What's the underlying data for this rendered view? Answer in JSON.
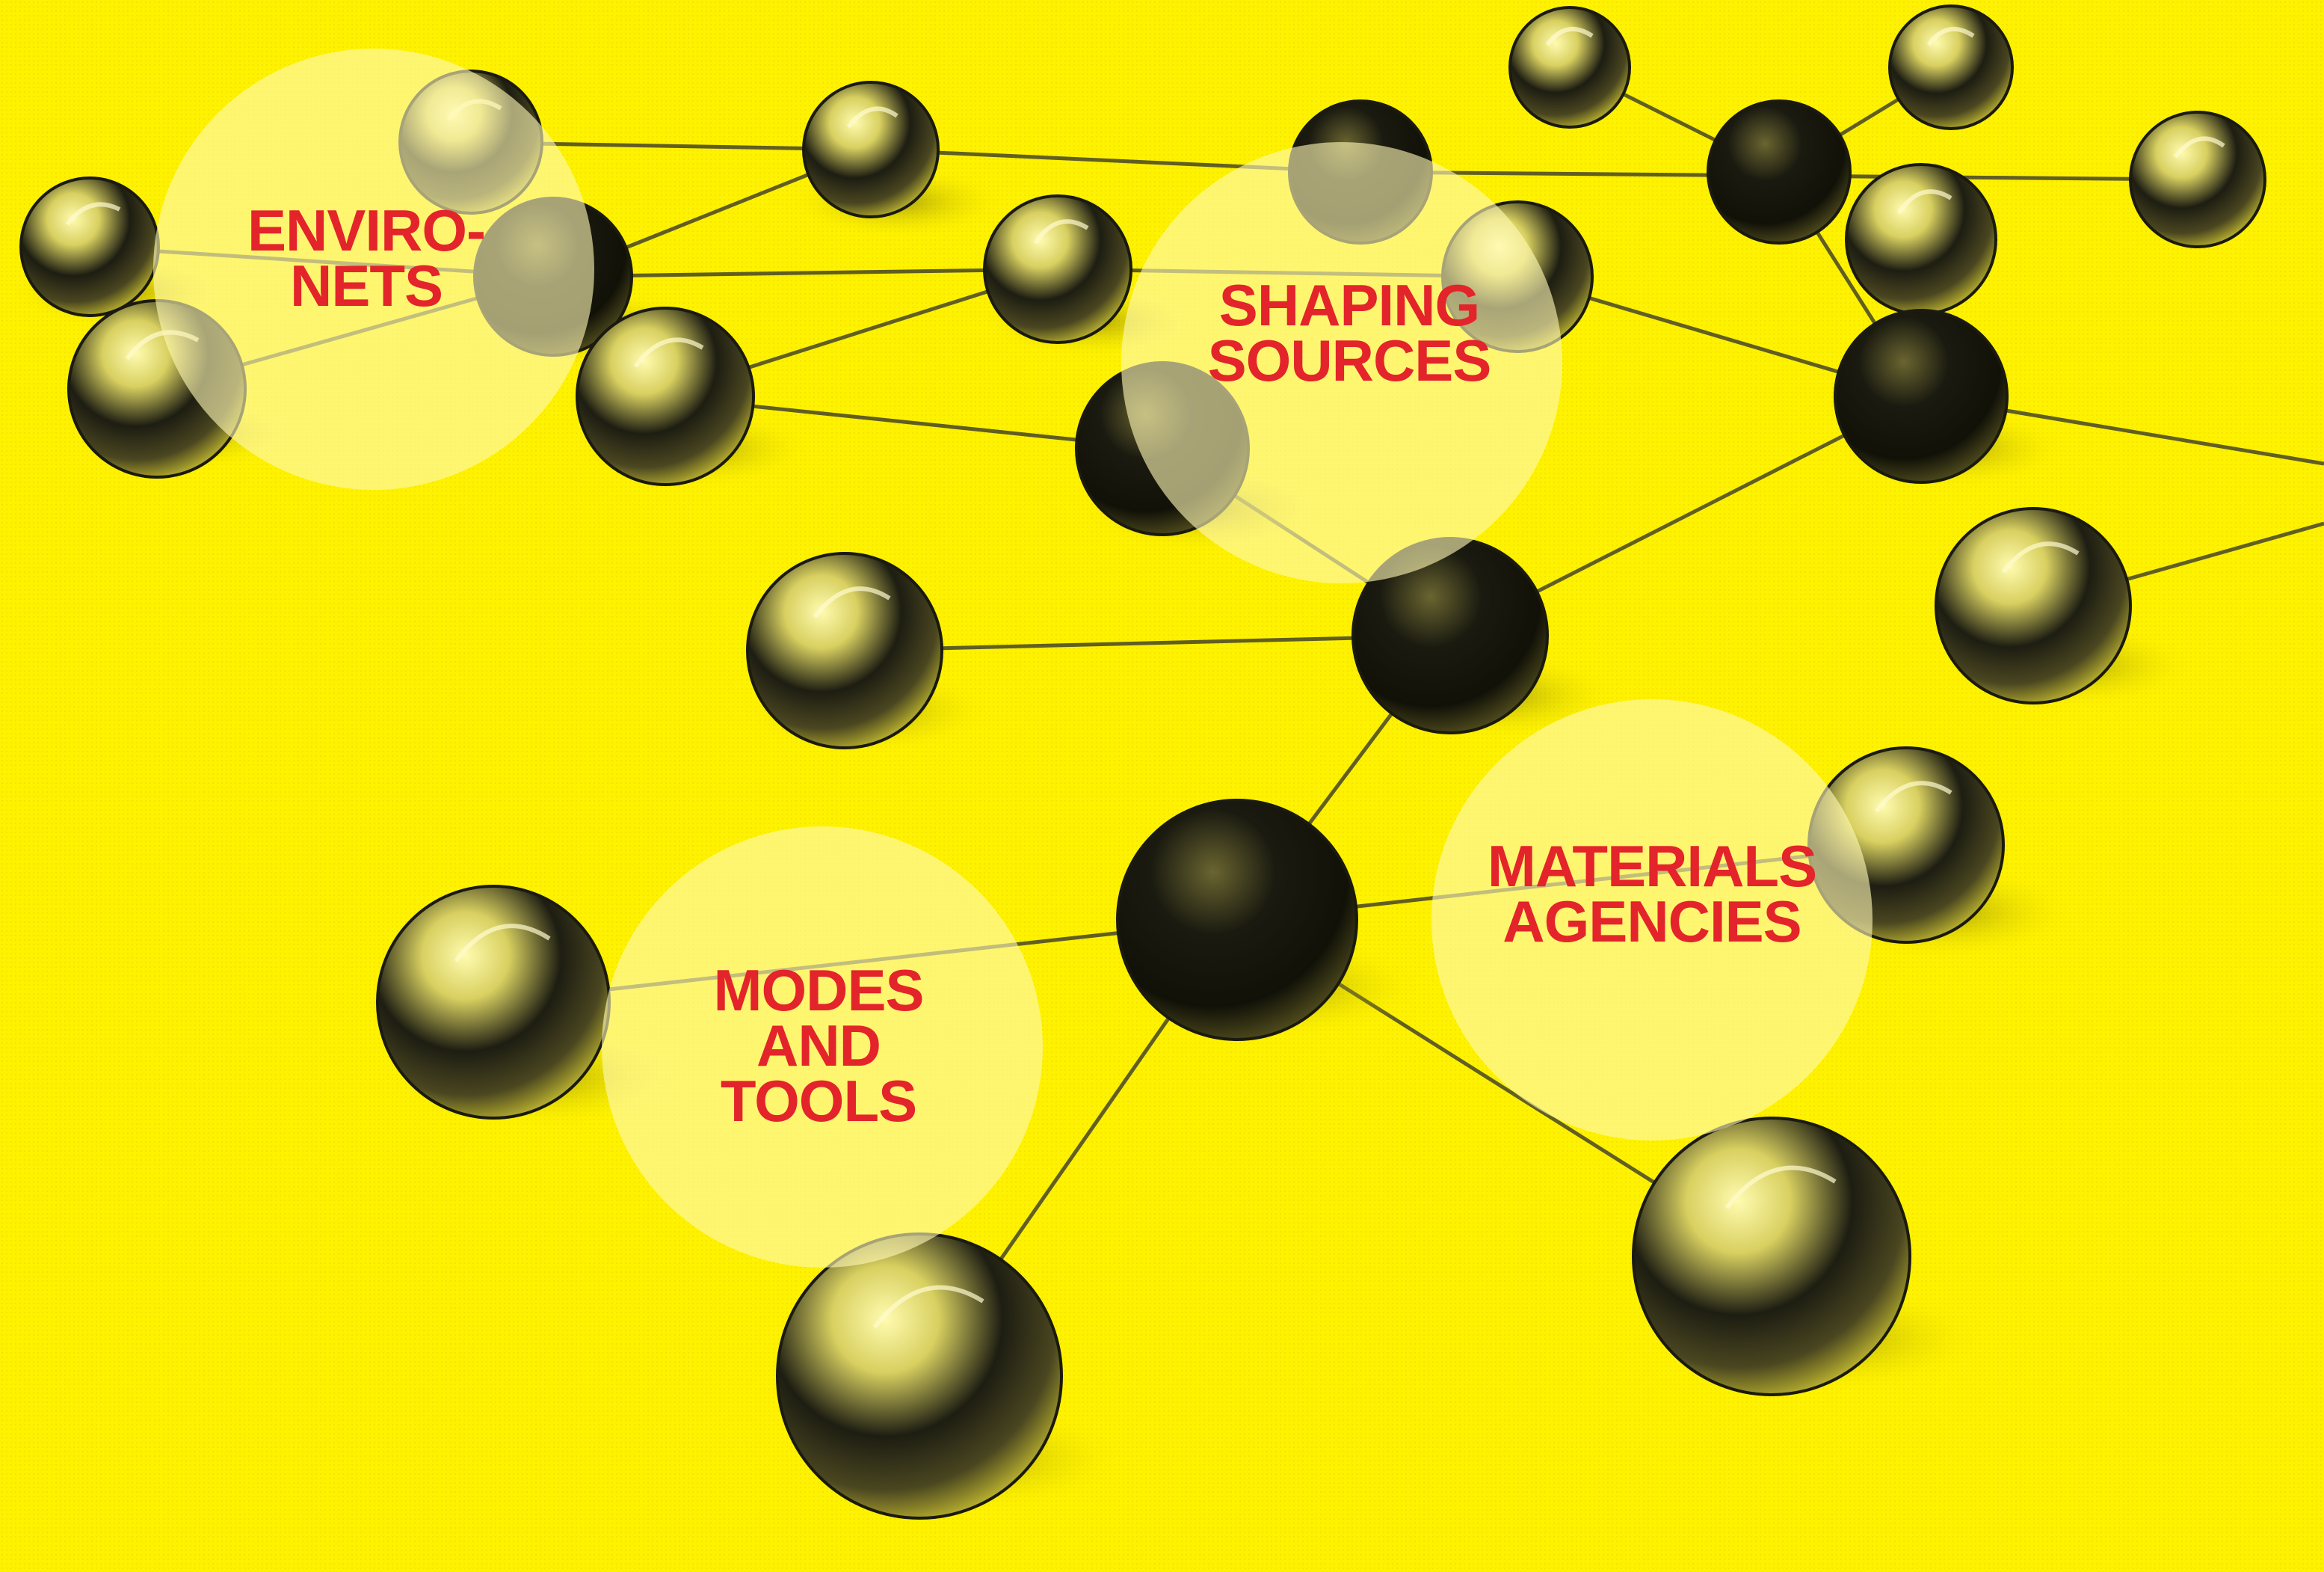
{
  "colors": {
    "background": "#fff200",
    "label": "#e3242b",
    "bubble": "#fff8b4",
    "sphere_dark": "#1a1a14",
    "connector": "#3a3a2a"
  },
  "labels": {
    "environets": "ENVIRO-\nNETS",
    "shaping_sources": "SHAPING\nSOURCES",
    "materials_agencies": "MATERIALS\nAGENCIES",
    "modes_and_tools": "MODES\nAND\nTOOLS"
  }
}
